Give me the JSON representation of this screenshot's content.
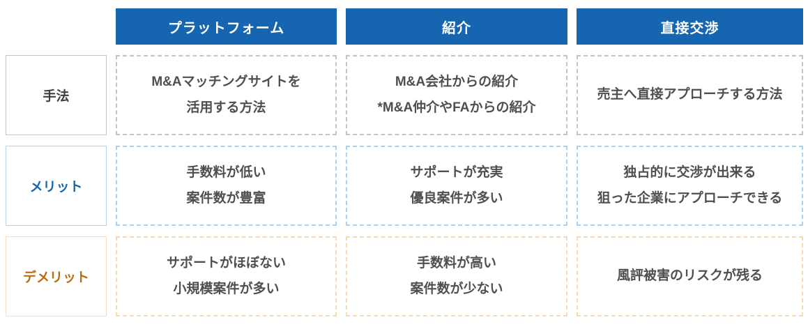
{
  "colors": {
    "header_bg": "#1565b0",
    "header_text": "#ffffff",
    "method_label_text": "#3f3f3f",
    "merit_label_text": "#1565b0",
    "demerit_label_text": "#bd6c10",
    "cell_text": "#4f4f4f",
    "method_border": "#c6c6c6",
    "merit_border": "#aed4f2",
    "demerit_border": "#f7ddbc"
  },
  "table": {
    "column_headers": [
      {
        "label": "プラットフォーム"
      },
      {
        "label": "紹介"
      },
      {
        "label": "直接交渉"
      }
    ],
    "rows": [
      {
        "label": "手法",
        "cells": [
          {
            "lines": [
              "M&Aマッチングサイトを",
              "活用する方法"
            ]
          },
          {
            "lines": [
              "M&A会社からの紹介",
              "*M&A仲介やFAからの紹介"
            ]
          },
          {
            "lines": [
              "売主へ直接アプローチする方法"
            ]
          }
        ]
      },
      {
        "label": "メリット",
        "cells": [
          {
            "lines": [
              "手数料が低い",
              "案件数が豊富"
            ]
          },
          {
            "lines": [
              "サポートが充実",
              "優良案件が多い"
            ]
          },
          {
            "lines": [
              "独占的に交渉が出来る",
              "狙った企業にアプローチできる"
            ]
          }
        ]
      },
      {
        "label": "デメリット",
        "cells": [
          {
            "lines": [
              "サポートがほぼない",
              "小規模案件が多い"
            ]
          },
          {
            "lines": [
              "手数料が高い",
              "案件数が少ない"
            ]
          },
          {
            "lines": [
              "風評被害のリスクが残る"
            ]
          }
        ]
      }
    ]
  }
}
